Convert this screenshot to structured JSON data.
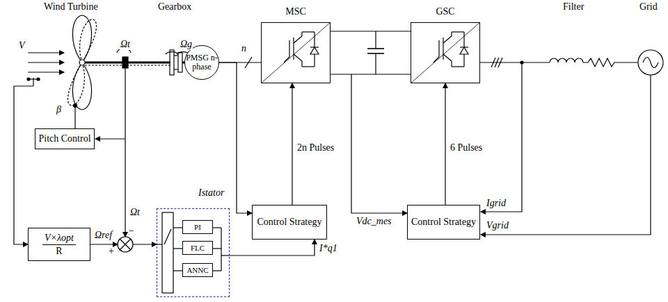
{
  "diagram": {
    "nodes": [
      {
        "text": [
          "PMSG n-phase"
        ]
      },
      {
        "text": [
          "MSC"
        ]
      },
      {
        "text": [
          "GSC"
        ]
      },
      {
        "text": [
          "Pitch Control"
        ]
      },
      {
        "text": [
          "Control Strategy"
        ]
      },
      {
        "text": [
          "Control Strategy"
        ]
      },
      {
        "text": [
          "V×λopt",
          "R"
        ]
      },
      {
        "text": [
          "+",
          "−"
        ]
      },
      {
        "text": []
      },
      {
        "text": [
          "PI"
        ],
        "in": 8
      },
      {
        "text": [
          "FLC"
        ],
        "in": 8
      },
      {
        "text": [
          "ANNC"
        ],
        "in": 8
      }
    ],
    "edges": [
      {
        "from": 6,
        "to": 7,
        "arrow": "to"
      },
      {
        "from": 7,
        "to": 8,
        "arrow": "to"
      },
      {
        "from": 8,
        "to": 4,
        "arrow": "to"
      },
      {
        "from": 4,
        "to": 1,
        "arrow": "to"
      },
      {
        "from": 5,
        "to": 2,
        "arrow": "to"
      },
      {
        "from": 0,
        "to": 1,
        "arrow": "none"
      },
      {
        "from": 1,
        "to": 2,
        "arrow": "none"
      },
      {
        "from": 0,
        "to": 4,
        "arrow": "to"
      }
    ],
    "labels": [
      "Wind Turbine",
      "Gearbox",
      "Filter",
      "Grid",
      "V",
      "β",
      "Ωt",
      "Ωg",
      "n",
      "2n Pulses",
      "6 Pulses",
      "Istator",
      "Vdc_mes",
      "Igrid",
      "Vgrid",
      "Ωref",
      "Ωt",
      "I*q1"
    ]
  }
}
